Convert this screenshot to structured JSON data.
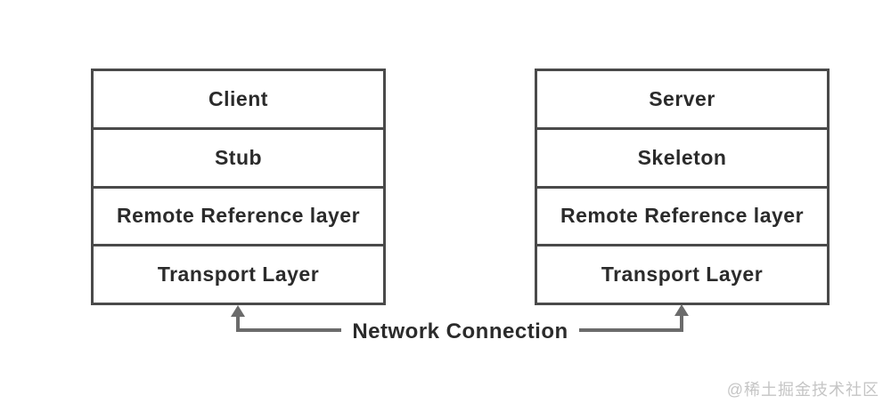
{
  "diagram": {
    "title_context": "RMI architecture layers",
    "client_stack": {
      "layers": {
        "0": "Client",
        "1": "Stub",
        "2": "Remote Reference layer",
        "3": "Transport Layer"
      }
    },
    "server_stack": {
      "layers": {
        "0": "Server",
        "1": "Skeleton",
        "2": "Remote Reference layer",
        "3": "Transport Layer"
      }
    },
    "connector": {
      "label": "Network Connection"
    },
    "watermark": "@稀土掘金技术社区",
    "colors": {
      "background": "#ffffff",
      "box_border": "#4a4a4a",
      "connector_line": "#6b6b6b",
      "text": "#2b2b2b",
      "watermark_text": "#c5c5c5"
    }
  }
}
